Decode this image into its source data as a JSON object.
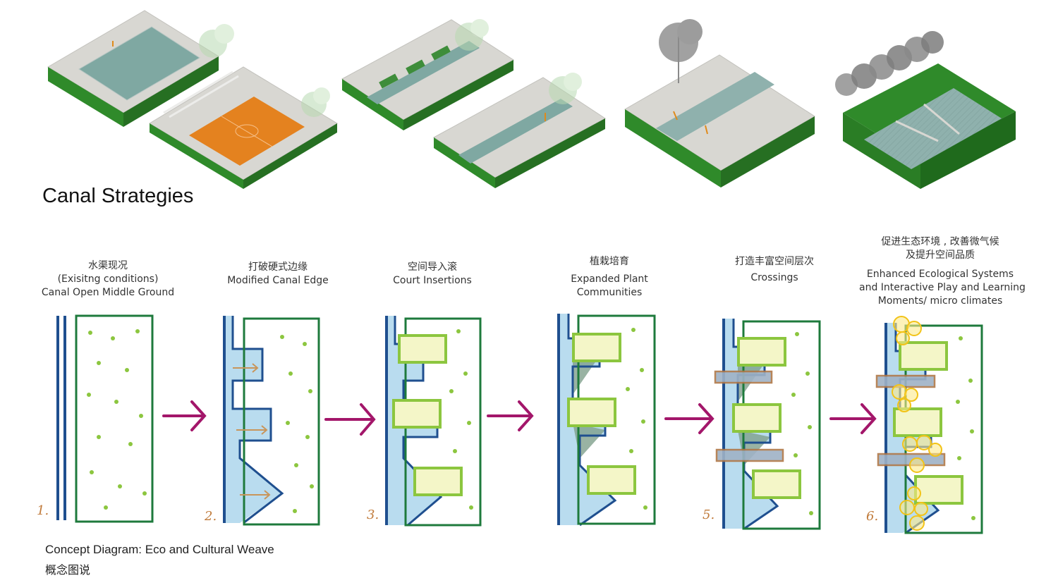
{
  "header": {
    "title": "Canal Strategies"
  },
  "steps": [
    {
      "zh": "水渠现况",
      "en1": "(Exisitng conditions)",
      "en2": "Canal Open Middle Ground",
      "num": "1."
    },
    {
      "zh": "打破硬式边缘",
      "en1": "Modified Canal Edge",
      "num": "2."
    },
    {
      "zh": "空间导入滚",
      "en1": "Court Insertions",
      "num": "3."
    },
    {
      "zh": "植栽培育",
      "en1": "Expanded Plant",
      "en2": "Communities"
    },
    {
      "zh": "打造丰富空间层次",
      "en1": "Crossings",
      "num": "5."
    },
    {
      "zh1": "促进生态环境 , 改善微气候",
      "zh2": "及提升空间品质",
      "en1": "Enhanced Ecological Systems",
      "en2": "and Interactive Play and Learning",
      "en3": "Moments/ micro climates",
      "num": "6."
    }
  ],
  "caption": {
    "en": "Concept Diagram: Eco and Cultural Weave",
    "zh": "概念图说"
  },
  "colors": {
    "grass": "#2f8a2a",
    "slab": "#d6d5d0",
    "water": "#8fb1ad",
    "court": "#e4821f",
    "canal_line": "#1f4f8f",
    "water_fill": "#b9dcef",
    "box": "#1e7a3c",
    "dot": "#8cc63f",
    "arrow": "#a3166a",
    "crossing": "#b07848"
  }
}
